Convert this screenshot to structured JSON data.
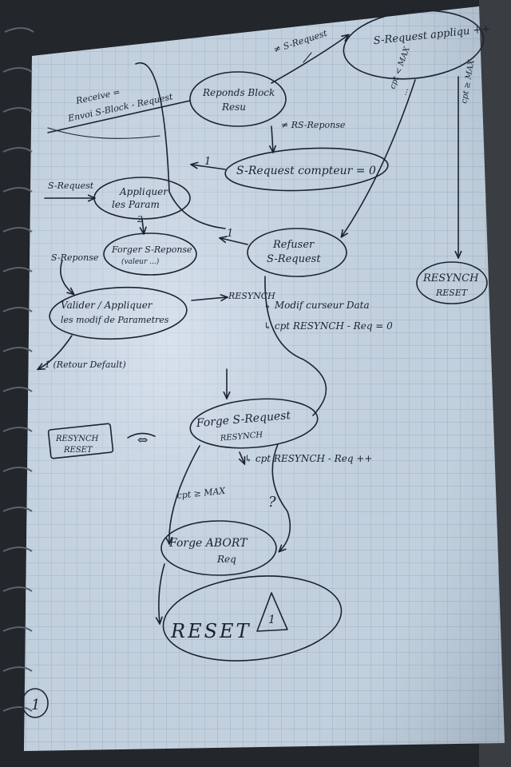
{
  "nodes": {
    "s_request_appliquee": "S-Request appliqu ++",
    "reponds_block_resu": [
      "Reponds Block",
      "Resu"
    ],
    "s_request_compteur": "S-Request compteur = 0",
    "appliquer_param": [
      "Appliquer",
      "les Param"
    ],
    "forger_s_reponse": [
      "Forger S-Reponse",
      "(valeur ...)"
    ],
    "refuser_s_request": [
      "Refuser",
      "S-Request"
    ],
    "valider_appliquer": [
      "Valider / Appliquer",
      "les modif de Parametres"
    ],
    "resynch_reset_right": [
      "RESYNCH",
      "RESET"
    ],
    "forge_s_request_resynch": [
      "Forge S-Request",
      "RESYNCH"
    ],
    "forge_abort_req": [
      "Forge ABORT",
      "Req"
    ],
    "reset": "RESET",
    "resynch_reset_box": [
      "RESYNCH",
      "RESET"
    ]
  },
  "labels": {
    "not_s_request": "≠ S-Request",
    "receiving": [
      "Receive =",
      "Envoi S-Block - Request"
    ],
    "not_s_reponse": "≠ RS-Reponse",
    "cpt_lt_max": [
      "cpt < MAX",
      "..."
    ],
    "cpt_ge_max_right": "cpt ≥ MAX",
    "s_request_in": "S-Request",
    "s_reponse_in": "S-Reponse",
    "num_1_upper": "1",
    "num_1_middle": "1",
    "num_2": "2",
    "resynch_arrow": "RESYNCH",
    "notes": [
      "↳ Modif curseur Data",
      "↳ cpt RESYNCH - Req = 0"
    ],
    "retour_default": "1 (Retour Default)",
    "cpt_resynch_incr": "↳ cpt RESYNCH - Req ++",
    "cpt_ge_max_lower": "cpt ≥ MAX",
    "question_mark": "?",
    "warning_number": "1",
    "equivalent": "⇔",
    "page_number": "1"
  }
}
